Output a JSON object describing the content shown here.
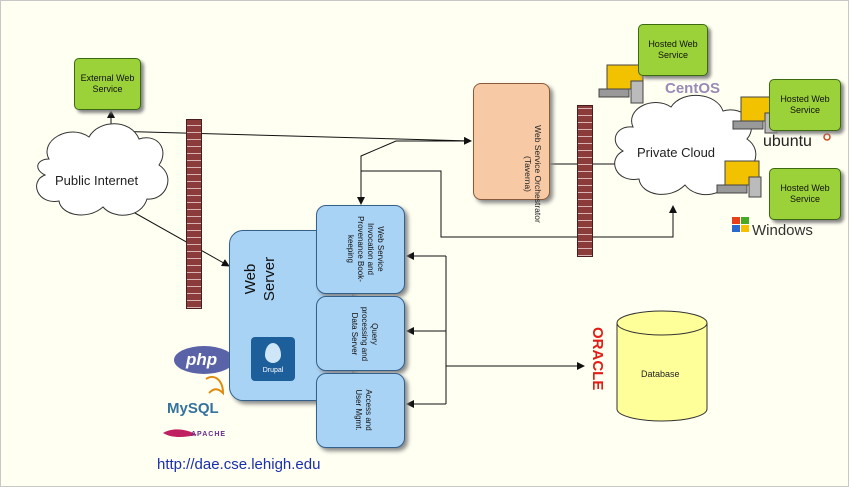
{
  "nodes": {
    "external_ws": "External Web Service",
    "public_internet": "Public Internet",
    "orchestrator": "Web Service Orchestrator (Taverna)",
    "private_cloud": "Private Cloud",
    "hosted_ws_centos": "Hosted Web Service",
    "hosted_ws_ubuntu": "Hosted Web Service",
    "hosted_ws_windows": "Hosted Web Service",
    "web_server": "Web Server",
    "module_invocation": "Web Service Invocation and Provenance Book-keeping",
    "module_query": "Query processing and Data Server",
    "module_access": "Access and User Mgmt.",
    "database": "Database"
  },
  "logos": {
    "centos": "CentOS",
    "ubuntu": "ubuntu",
    "windows": "Windows",
    "oracle": "ORACLE",
    "php": "php",
    "mysql": "MySQL",
    "apache": "APACHE",
    "drupal": "Drupal"
  },
  "url": "http://dae.cse.lehigh.edu",
  "colors": {
    "service_box": "#9bd23a",
    "orchestrator": "#f7c9a5",
    "web_server": "#a9d3f5",
    "database": "#ffff99",
    "firewall": "#8c3b3b"
  }
}
